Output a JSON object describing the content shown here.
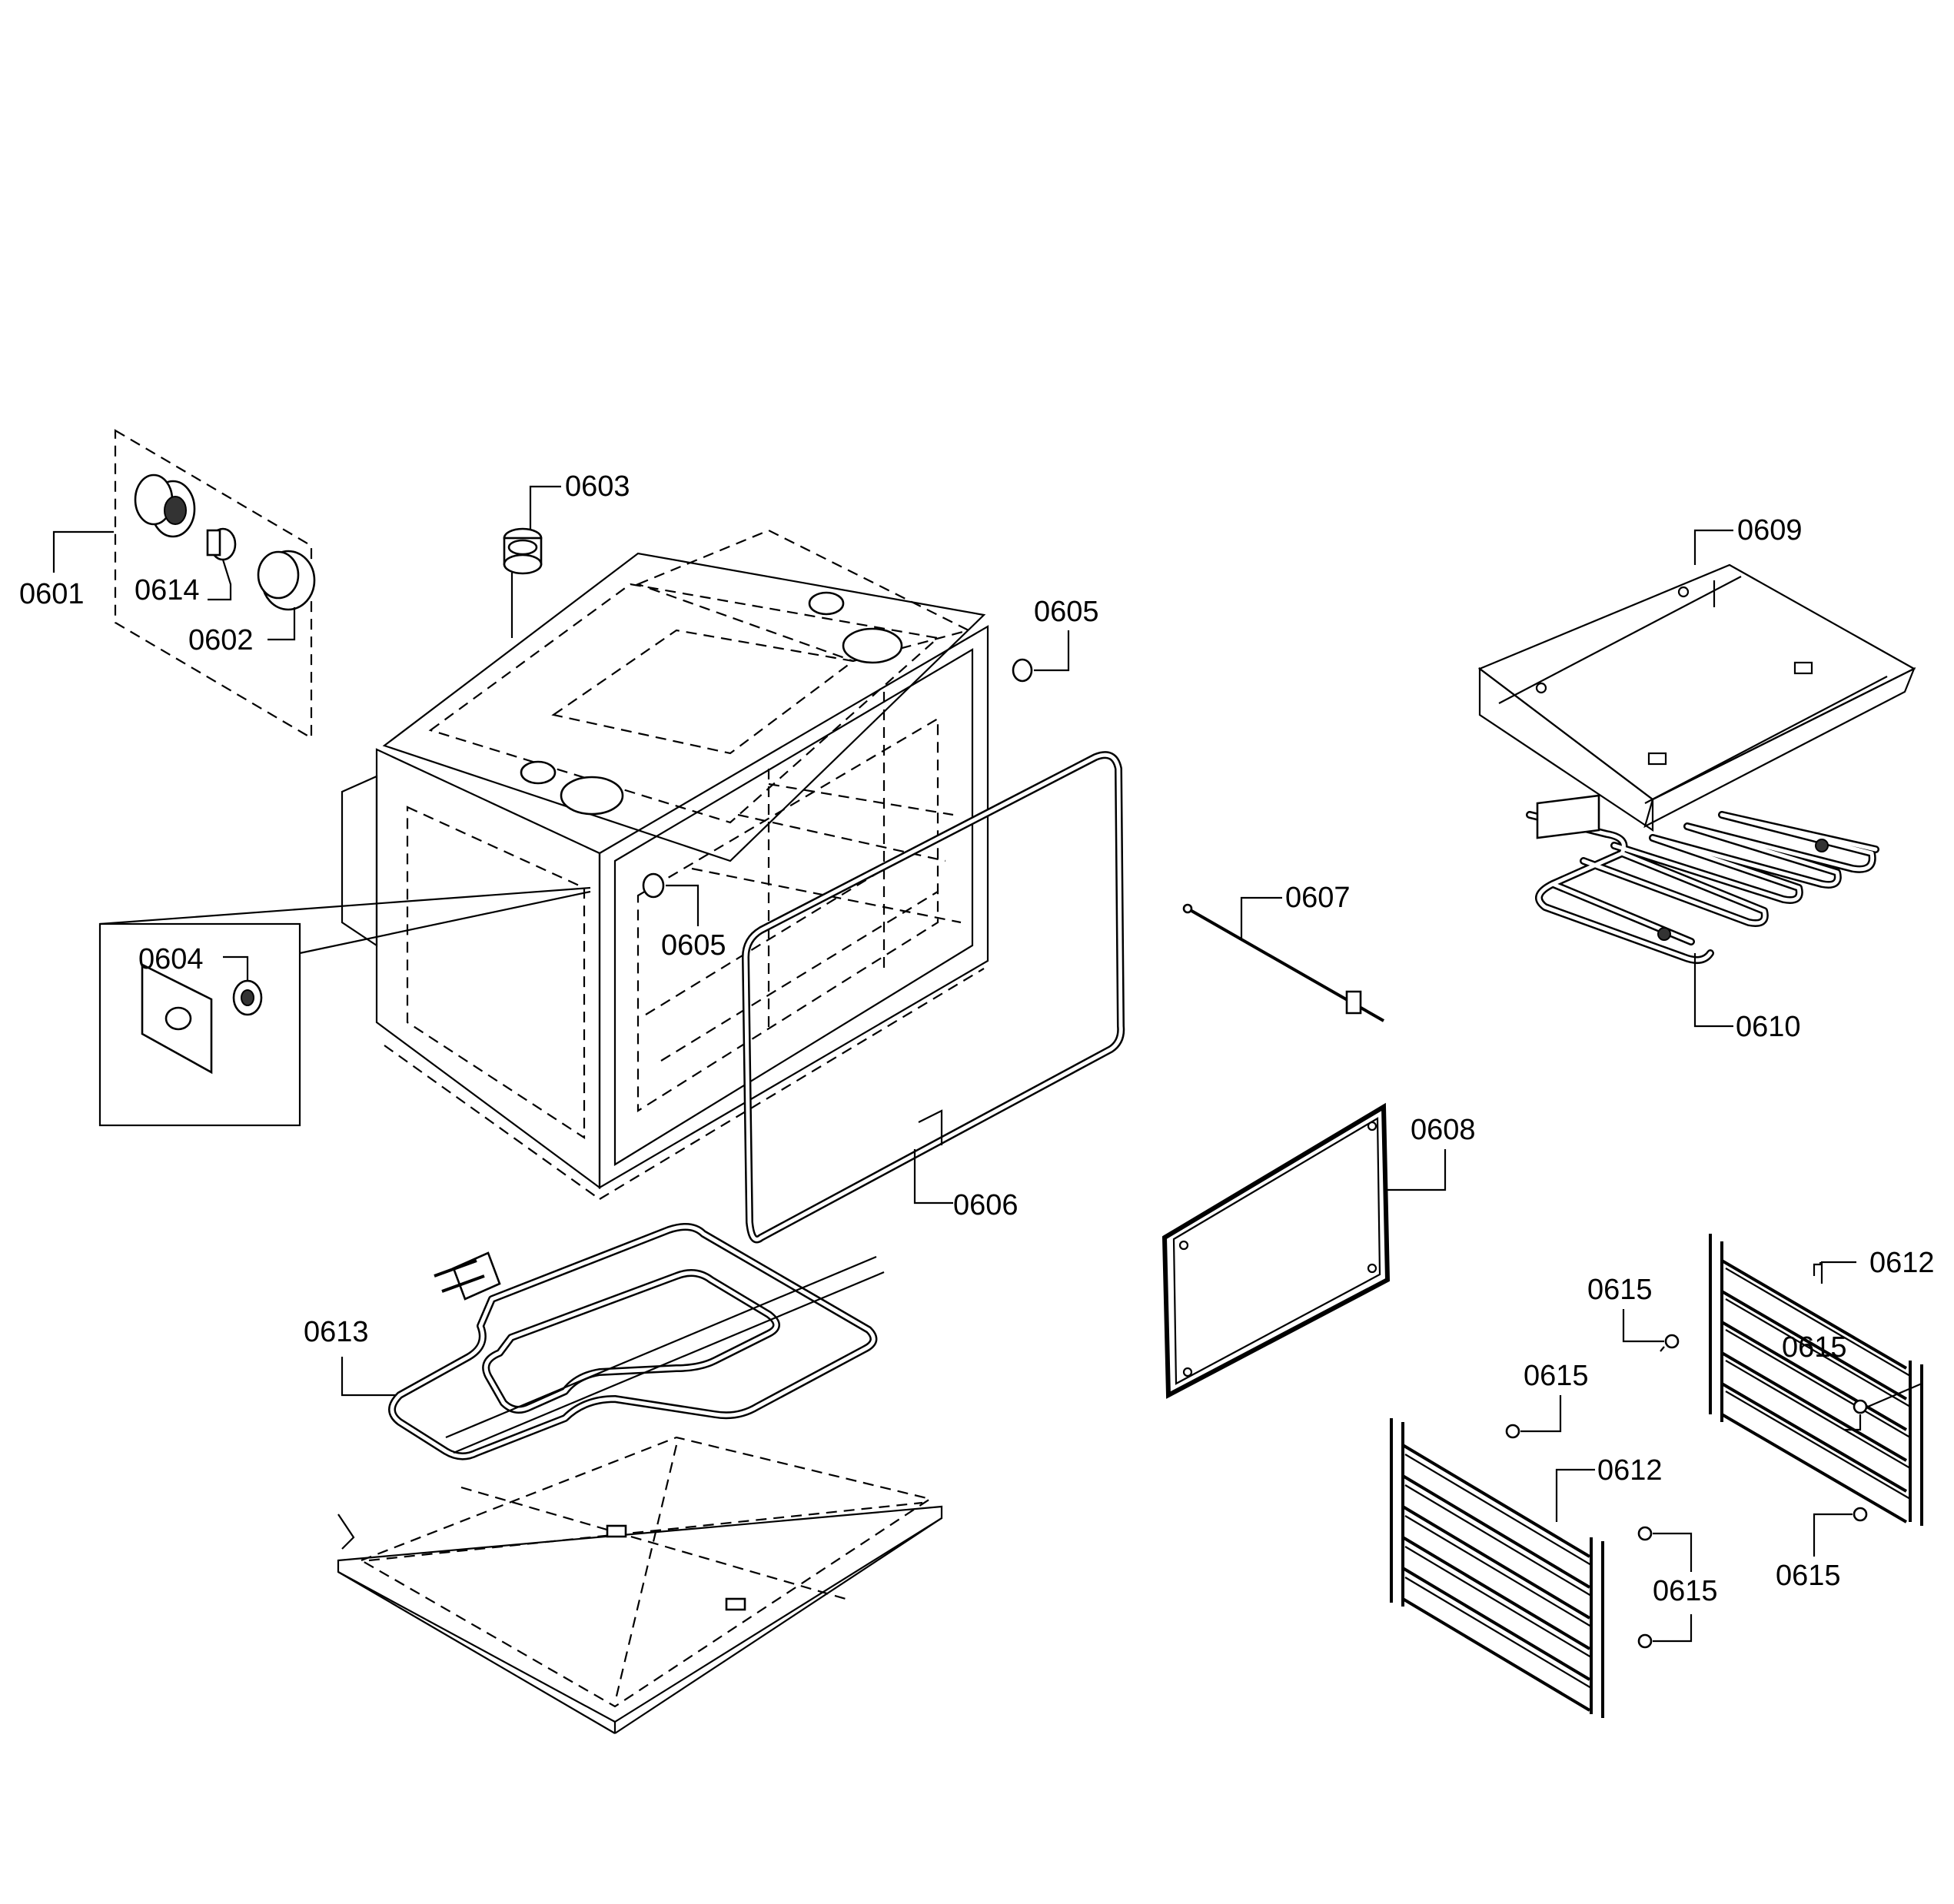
{
  "callouts": {
    "c0601": "0601",
    "c0614": "0614",
    "c0602": "0602",
    "c0603": "0603",
    "c0605a": "0605",
    "c0605b": "0605",
    "c0604": "0604",
    "c0606": "0606",
    "c0607": "0607",
    "c0608": "0608",
    "c0609": "0609",
    "c0610": "0610",
    "c0612a": "0612",
    "c0612b": "0612",
    "c0613": "0613",
    "c0615a": "0615",
    "c0615b": "0615",
    "c0615c": "0615",
    "c0615d": "0615",
    "c0615e": "0615"
  }
}
